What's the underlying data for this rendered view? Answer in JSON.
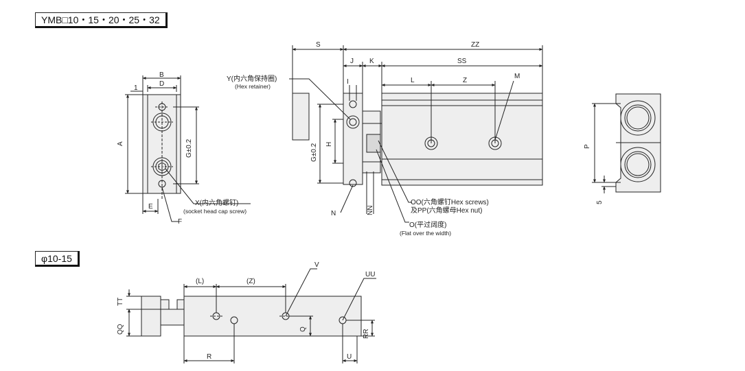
{
  "titles": {
    "series": "YMB□10・15・20・25・32",
    "bore_section": "φ10-15"
  },
  "front_view": {
    "labels": {
      "B": "B",
      "D": "D",
      "one": "1",
      "A": "A",
      "G": "G±0.2",
      "E": "E",
      "F": "F"
    },
    "callout_x": {
      "zh": "X(内六角螺钉)",
      "en": "(socket head cap screw)"
    }
  },
  "side_view": {
    "labels": {
      "S": "S",
      "ZZ": "ZZ",
      "J": "J",
      "K": "K",
      "SS": "SS",
      "L": "L",
      "Z": "Z",
      "M": "M",
      "I": "I",
      "G": "G±0.2",
      "H": "H",
      "N": "N",
      "NN": "NN"
    },
    "callout_y": {
      "zh": "Y(内六角保持圈)",
      "en": "(Hex retainer)"
    },
    "callout_oo": {
      "line1": "OO(六角螺钉Hex screws)",
      "line2": "及PP(六角螺母Hex nut)"
    },
    "callout_o": {
      "zh": "O(平过阔度)",
      "en": "(Flat over the width)"
    }
  },
  "end_view": {
    "labels": {
      "P": "P",
      "five": "5"
    }
  },
  "bottom_view": {
    "labels": {
      "L": "(L)",
      "Z": "(Z)",
      "V": "V",
      "UU": "UU",
      "TT": "TT",
      "QQ": "QQ",
      "Q": "Q",
      "RR": "RR",
      "R": "R",
      "U": "U"
    }
  },
  "colors": {
    "line": "#222222",
    "body_fill": "#eeeeee",
    "shade": "#d8d8d8"
  }
}
